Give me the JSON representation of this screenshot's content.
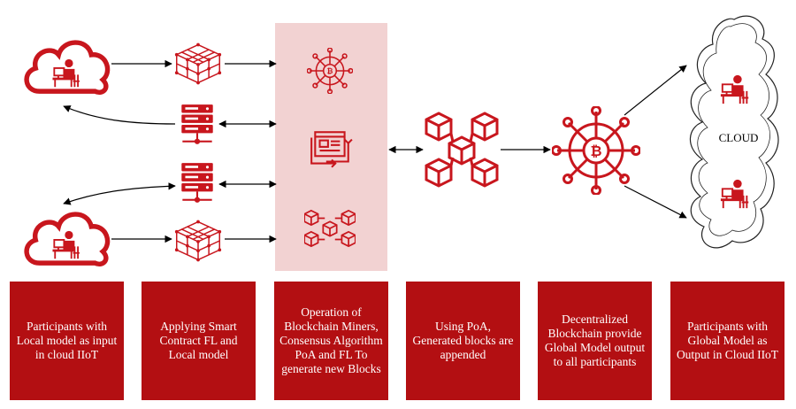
{
  "cloud_label": "CLOUD",
  "captions": [
    "Participants with Local model as input in cloud IIoT",
    "Applying Smart Contract FL and Local model",
    "Operation of Blockchain Miners, Consensus Algorithm PoA and FL To generate new Blocks",
    "Using PoA, Generated blocks are appended",
    "Decentralized Blockchain provide Global Model output to all participants",
    "Participants with Global Model as Output in Cloud IIoT"
  ],
  "colors": {
    "primary_red": "#c8161d",
    "caption_box": "#b30f12",
    "highlight_panel": "#f2d2d2",
    "arrow": "#000000"
  },
  "icons": [
    "cloud-user-icon",
    "cube-grid-icon",
    "server-rack-icon",
    "bitcoin-wheel-icon",
    "smart-contract-icon",
    "block-network-icon",
    "block-chain-cluster-icon",
    "user-at-desk-icon"
  ]
}
